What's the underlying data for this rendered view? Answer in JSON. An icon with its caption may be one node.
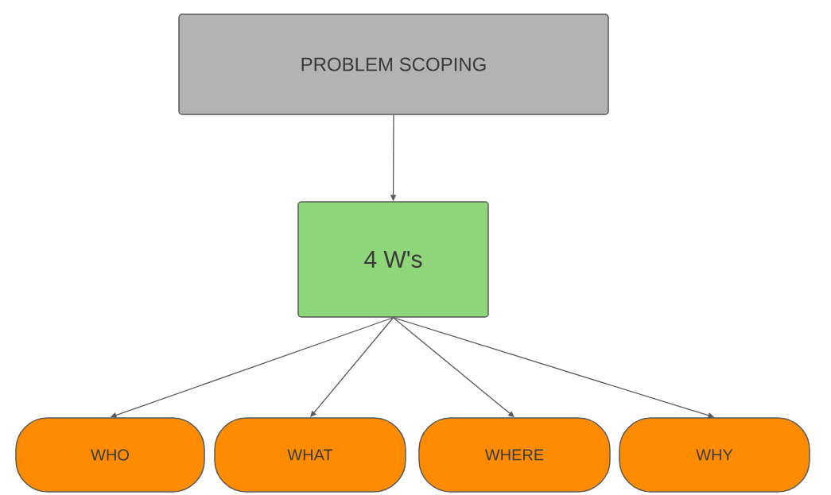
{
  "diagram": {
    "nodes": [
      {
        "text": [
          "PROBLEM SCOPING"
        ]
      },
      {
        "text": [
          "4 W's"
        ]
      },
      {
        "text": [
          "WHO"
        ]
      },
      {
        "text": [
          "WHAT"
        ]
      },
      {
        "text": [
          "WHERE"
        ]
      },
      {
        "text": [
          "WHY"
        ]
      }
    ],
    "edges": [
      {
        "from": 0,
        "to": 1,
        "arrow": "to"
      },
      {
        "from": 1,
        "to": 2,
        "arrow": "to"
      },
      {
        "from": 1,
        "to": 3,
        "arrow": "to"
      },
      {
        "from": 1,
        "to": 4,
        "arrow": "to"
      },
      {
        "from": 1,
        "to": 5,
        "arrow": "to"
      }
    ]
  }
}
